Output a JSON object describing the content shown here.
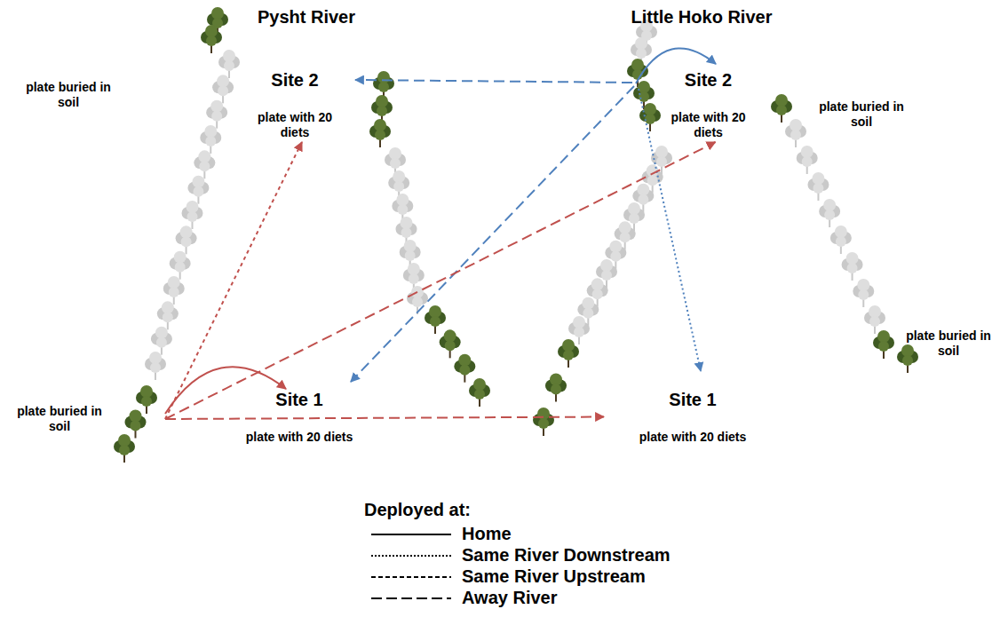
{
  "diagram": {
    "nodes": [
      {
        "text": [
          "plate buried in soil"
        ]
      },
      {
        "text": [
          "Site 2",
          "plate with 20 diets"
        ]
      },
      {
        "text": [
          "Site 2",
          "plate with 20 diets"
        ]
      },
      {
        "text": [
          "plate buried in soil"
        ]
      },
      {
        "text": [
          "plate buried in soil"
        ]
      },
      {
        "text": [
          "Site 1",
          "plate with 20 diets"
        ]
      },
      {
        "text": [
          "Site 1",
          "plate with 20 diets"
        ]
      },
      {
        "text": [
          "plate buried in soil"
        ]
      }
    ],
    "edges": [
      {
        "from": 4,
        "to": 5,
        "arrow": "to"
      },
      {
        "from": 4,
        "to": 1,
        "arrow": "to"
      },
      {
        "from": 4,
        "to": 2,
        "arrow": "to"
      },
      {
        "from": 4,
        "to": 6,
        "arrow": "to"
      }
    ],
    "labels": [
      "Pysht River",
      "Little Hoko River",
      "Deployed at:"
    ],
    "legend": [
      {
        "text": "Home"
      },
      {
        "text": "Same River Downstream"
      },
      {
        "text": "Same River Upstream"
      },
      {
        "text": "Away River"
      }
    ]
  }
}
